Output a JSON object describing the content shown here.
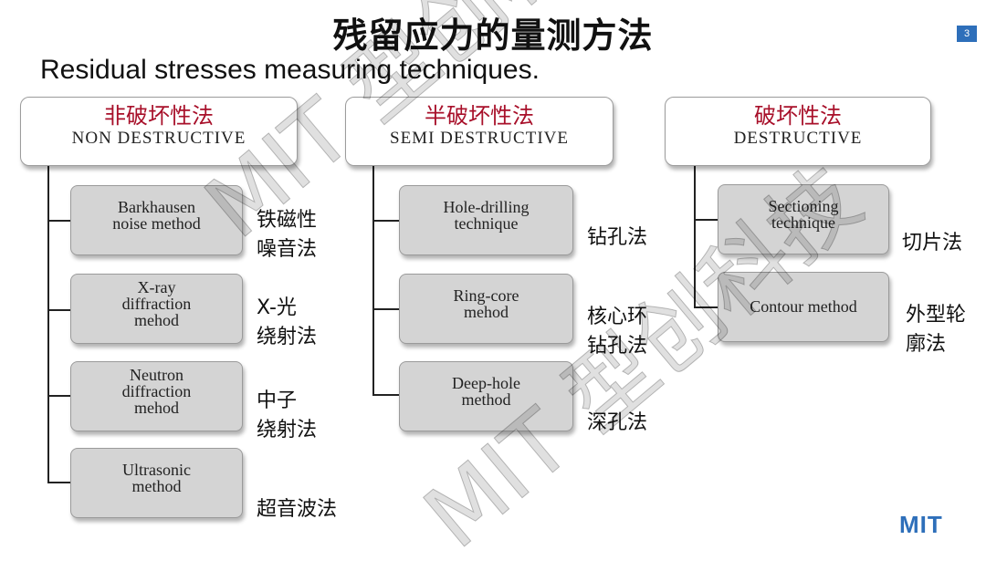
{
  "title_cn": "残留应力的量测方法",
  "title_en": "Residual stresses measuring techniques.",
  "page_number": "3",
  "watermark": [
    "MIT 型创科技",
    "MIT 型创科技"
  ],
  "categories": [
    {
      "cn": "非破坏性法",
      "en": "NON DESTRUCTIVE"
    },
    {
      "cn": "半破坏性法",
      "en": "SEMI DESTRUCTIVE"
    },
    {
      "cn": "破坏性法",
      "en": "DESTRUCTIVE"
    }
  ],
  "methods": {
    "non_destructive": [
      {
        "en": "Barkhausen\nnoise method",
        "cn": "铁磁性\n噪音法"
      },
      {
        "en": "X-ray\ndiffraction\nmehod",
        "cn": "X-光\n绕射法"
      },
      {
        "en": "Neutron\ndiffraction\nmehod",
        "cn": "中子\n绕射法"
      },
      {
        "en": "Ultrasonic\nmethod",
        "cn": "超音波法"
      }
    ],
    "semi_destructive": [
      {
        "en": "Hole-drilling\ntechnique",
        "cn": "钻孔法"
      },
      {
        "en": "Ring-core\nmehod",
        "cn": "核心环\n钻孔法"
      },
      {
        "en": "Deep-hole\nmethod",
        "cn": "深孔法"
      }
    ],
    "destructive": [
      {
        "en": "Sectioning\ntechnique",
        "cn": "切片法"
      },
      {
        "en": "Contour method",
        "cn": "外型轮\n廓法"
      }
    ]
  },
  "logo_text": "MIT",
  "colors": {
    "category_cn": "#a8102a",
    "method_box": "#d4d4d4",
    "badge": "#2e6fba"
  }
}
